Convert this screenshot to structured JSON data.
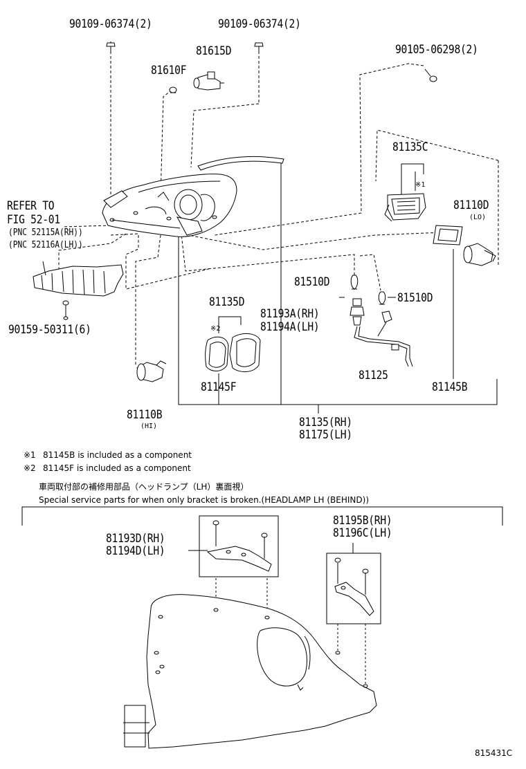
{
  "callouts": {
    "bolt_a": "90109-06374(2)",
    "bolt_b": "90109-06374(2)",
    "screw_top_right": "90105-06298(2)",
    "bulb_81615d": "81615D",
    "bulb_81610f": "81610F",
    "housing_81135c": "81135C",
    "bulb_81110d": "81110D",
    "bulb_81110d_sub": "(LO)",
    "refer_line1": "REFER TO",
    "refer_line2": "FIG 52-01",
    "refer_line3": "(PNC 52115A(RH))",
    "refer_line4": "(PNC 52116A(LH))",
    "bulb_81510d_a": "81510D",
    "bulb_81510d_b": "81510D",
    "housing_81135d": "81135D",
    "mark_2": "※2",
    "mark_1": "※1",
    "bracket_rh": "81193A(RH)",
    "bracket_lh": "81194A(LH)",
    "clip_90159": "90159-50311(6)",
    "socket_81125": "81125",
    "cover_81145f": "81145F",
    "cover_81145b": "81145B",
    "bulb_81110b": "81110B",
    "bulb_81110b_sub": "(HI)",
    "assy_rh": "81135(RH)",
    "assy_lh": "81175(LH)"
  },
  "notes": {
    "note1_mark": "※1",
    "note1_text": "81145B is included as a component",
    "note2_mark": "※2",
    "note2_text": "81145F is included as a component",
    "jp_title": "車両取付部の補修用部品（ヘッドランプ（LH）裏面視）",
    "en_title": "Special service parts for when only bracket is broken.(HEADLAMP LH (BEHIND))"
  },
  "lower": {
    "bracket_d_rh": "81193D(RH)",
    "bracket_d_lh": "81194D(LH)",
    "bracket_b_rh": "81195B(RH)",
    "bracket_c_lh": "81196C(LH)"
  },
  "figure_code": "815431C"
}
